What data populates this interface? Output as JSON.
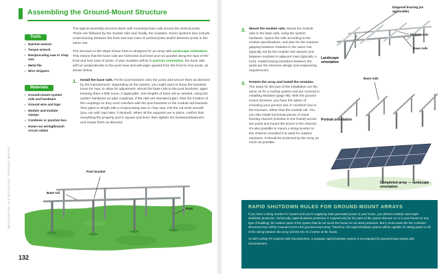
{
  "meta": {
    "page_number": "132",
    "spine_text": "MECHANICAL INSTALLATION: GROUND-MOUNT"
  },
  "colors": {
    "accent_green": "#2ea52e",
    "panel_teal": "#04666c",
    "grass_green": "#5cb348",
    "module_blue": "#45546e"
  },
  "header": {
    "title": "Assembling the Ground-Mount Structure"
  },
  "sidebar": {
    "tools_label": "Tools",
    "tools": [
      "Ratchet wrench",
      "Torque wrench",
      "Reciprocating saw or chop saw",
      "Metal file",
      "Wire strippers"
    ],
    "materials_label": "Materials",
    "materials": [
      "Ground-mount system rails and hardware",
      "Ground wire and lugs",
      "Module and module clamps",
      "Combiner or junction box",
      "Home run wiring/branch circuit cables"
    ]
  },
  "intro": {
    "p1": "The typical assembly process starts with mounting base rails across the vertical posts. These are followed by the module rails and, finally, the modules. Some systems also include cross-bracing between the front and rear rows of vertical posts and/or between posts in the same row.",
    "p2_pre": "The structure in the steps shown here is designed for an array with ",
    "p2_hl1": "landscape orientation",
    "p2_mid": ". This means that the base rails are horizontal and level and run parallel along the tops of the front and rear rows of posts. If your modules will be in ",
    "p2_hl2": "portrait orientation",
    "p2_post": ", the base rails will run perpendicular to the post rows and will angle upward from the front to rear posts, as shown below."
  },
  "steps": [
    {
      "num": "1.",
      "title": "Install the base rails.",
      "body": "Fit the post brackets onto the posts and secure them as directed by the manufacturer. Depending on the system, you might want to leave the brackets loose for now, to allow for adjustment. Mount the base rails to the post brackets, again keeping them a little loose, if applicable. Join lengths of base rail as needed, using the system hardware (or pipe couplings, if the rails are standard pipe). Plan the location of the couplings so they won't interfere with the post brackets or the module rail brackets. Trim pipes to length with a reciprocating saw or chop saw. File the cut ends smooth (you can add caps later, if desired). When all the supports are in place, confirm that everything fits properly and is square and level, then tighten the hardware/fasteners and torque them as directed."
    },
    {
      "num": "2.",
      "title": "Mount the module rails.",
      "body": "Mount the module rails to the base rails, using the system hardware. Space the rails according to the module specifications, and plan for the required gapping between modules in the same row (typically set by the module mid clamps) and between modules in adjacent rows (typically ¼ inch). Install bracing members between the posts per the structure design and engineering requirements."
    },
    {
      "num": "3.",
      "title": "Prewire the array and install the modules.",
      "body": "The steps for this part of the installation are the same as for a rooftop system and are covered in Installing Modules (page 95). With the ground-mount structure, you have the option of mounting your junction box or combiner box to the structure, rather than the module rail. You can also install horizontal pieces of metal framing channel (Unistrut is one brand) across two posts and mount the boxes to the channel. It's also possible to mount a string inverter to this channel, provided it is rated for outdoor exposure. It should be protected by the array as much as possible."
    }
  ],
  "figure_left": {
    "post_bracket_label": "Post bracket",
    "base_rail_label": "Base rail",
    "post_label": "Post"
  },
  "figures_right": {
    "fig1": {
      "brace_label": "Diagonal bracing (as applicable)",
      "module_rails_label": "Module rails",
      "base_rails_label": "Base rails",
      "caption": "Landscape orientation"
    },
    "fig2": {
      "base_rails_label": "Base rails",
      "caption": "Portrait orientation"
    },
    "fig3": {
      "caption": "Completed array — landscape orientation"
    }
  },
  "shutdown_box": {
    "title": "RAPID SHUTDOWN RULES FOR GROUND-MOUNT ARRAYS",
    "p1": "If you have a string-inverter PV system and you're supplying solar-generated power to your house, you almost certainly need rapid-shutdown protection. Technically, rapid-shutdown protection is required only for the parts of the system that are on or in your house (or any type of building); the outdoor parts of the system that do not touch the house do not need protection. But in most cases the DC combiner-disconnect box will be mounted next to the ground-mount array. Therefore, the rapid-shutdown system will be capable of cutting power to all of the wiring between the array and the DC-AC inverter at the house.",
    "p2": "As with rooftop PV systems with microinverters, a separate rapid-shutdown system is not required for ground-mount arrays with microinverters."
  }
}
